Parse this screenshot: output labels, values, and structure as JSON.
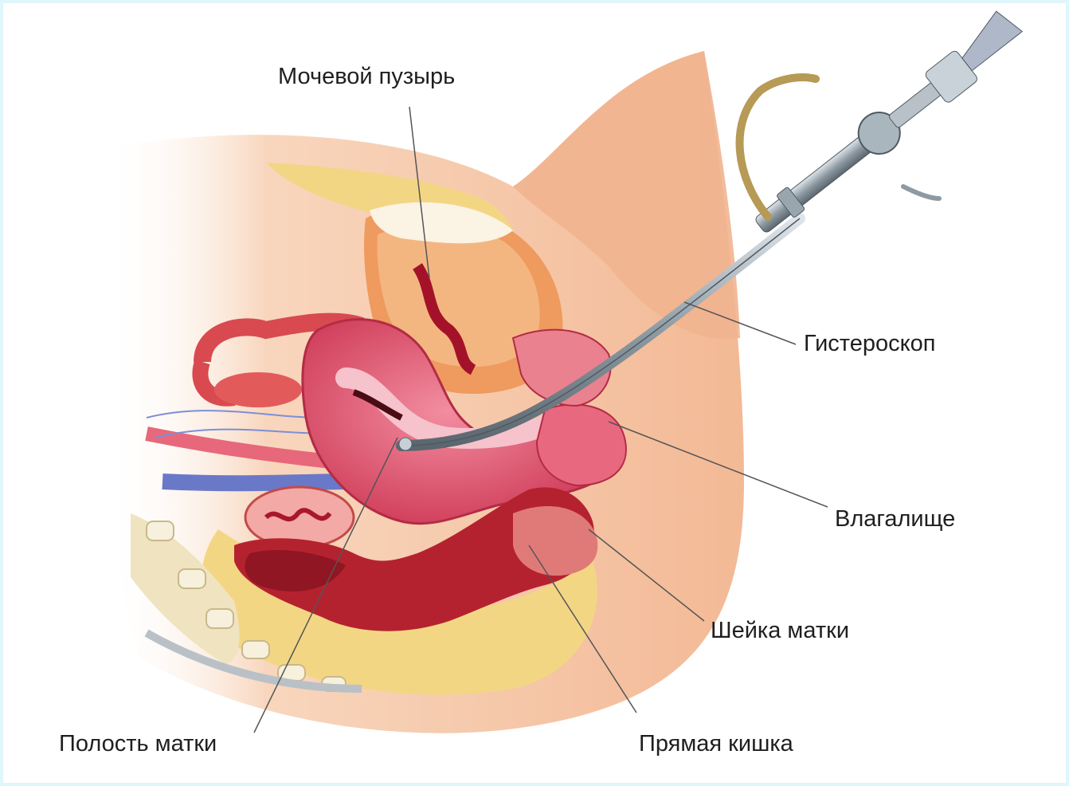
{
  "labels": {
    "bladder": "Мочевой пузырь",
    "hysteroscope": "Гистероскоп",
    "vagina": "Влагалище",
    "cervix": "Шейка матки",
    "rectum": "Прямая кишка",
    "uterine_cavity": "Полость матки"
  },
  "colors": {
    "skin": "#f5c5a5",
    "skin_dark": "#e9a27c",
    "fat": "#f3d684",
    "uterus": "#df4f6a",
    "uterus_inner": "#f08ea2",
    "bladder_wall": "#ef9a5e",
    "rectum": "#b5222f",
    "instrument": "#8e9aa3",
    "leader_line": "#555555",
    "border": "#dff6fb"
  }
}
